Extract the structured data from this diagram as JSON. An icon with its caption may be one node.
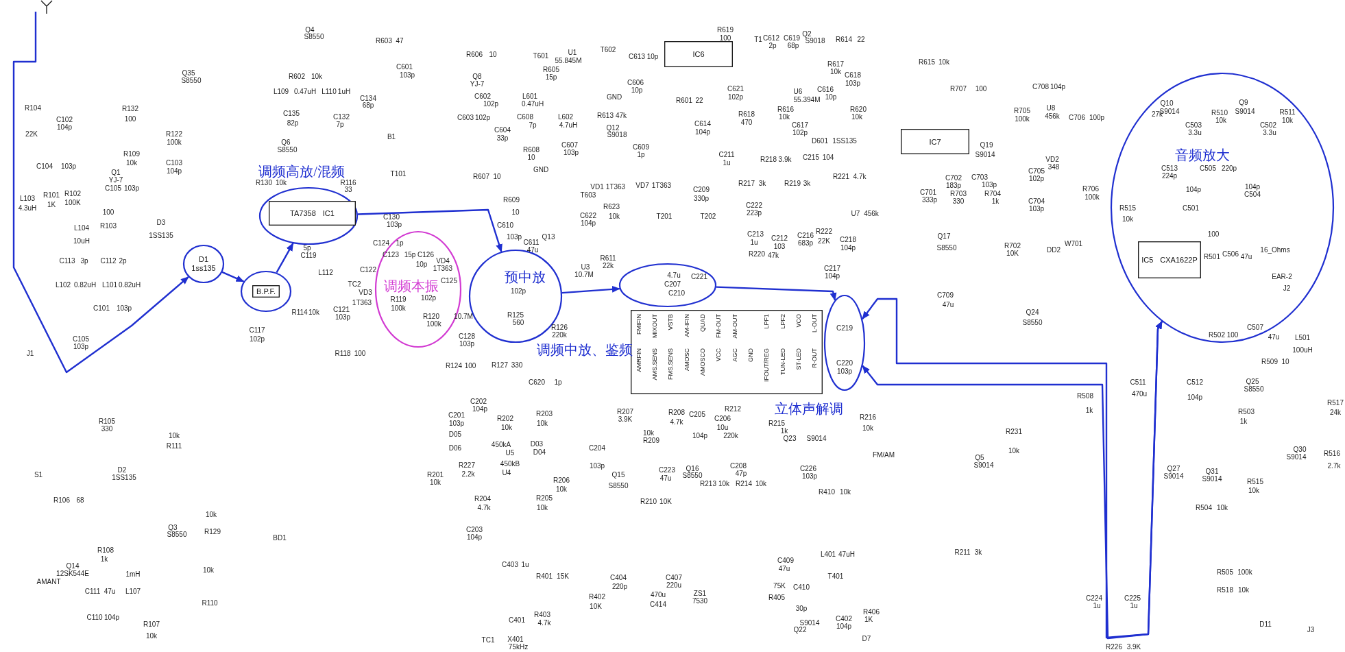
{
  "diagram": {
    "nodes": [
      {
        "text": [
          "D1",
          "1ss135"
        ]
      },
      {
        "text": [],
        "shape": "circle"
      },
      {
        "text": [
          "B.P.F."
        ],
        "in": 1
      },
      {
        "text": [
          "调频高放/混频"
        ]
      },
      {
        "text": [
          "TA7358",
          "IC1"
        ],
        "in": 3
      },
      {
        "text": [
          "调频本振"
        ]
      },
      {
        "text": [
          "预中放"
        ]
      },
      {
        "text": [
          "调频中放、鉴频"
        ]
      },
      {
        "text": [
          "立体声解调"
        ]
      },
      {
        "text": [
          "音频放大"
        ]
      },
      {
        "text": [
          "IC5",
          "CXA1622P"
        ],
        "in": 9
      },
      {
        "text": [
          "IC6"
        ]
      },
      {
        "text": [
          "IC7"
        ]
      },
      {
        "text": [
          "FMIFIN",
          "MIXOUT",
          "VSTB",
          "AM-IFIN",
          "QUAD",
          "FM-OUT",
          "AM-OUT",
          "LPF1",
          "LPF2",
          "VCO",
          "L-OUT",
          "AMRFIN",
          "AMS.SENS",
          "FMS.SENS",
          "AMOSC",
          "AMOSCO",
          "VCC",
          "AGC",
          "GND",
          "IFOUT/REG",
          "TUN-LED",
          "ST-LED",
          "R-OUT"
        ]
      }
    ],
    "edges": [
      {
        "from": null,
        "to": 0,
        "arrow": "to"
      },
      {
        "from": 0,
        "to": 1,
        "arrow": "to"
      },
      {
        "from": 1,
        "to": 3,
        "arrow": "to"
      },
      {
        "from": 3,
        "to": 6,
        "arrow": "to"
      },
      {
        "from": 6,
        "to": 7,
        "arrow": "to"
      },
      {
        "from": 7,
        "to": 8,
        "arrow": "to"
      },
      {
        "from": 8,
        "to": 9,
        "arrow": "both"
      },
      {
        "from": 8,
        "to": 9,
        "arrow": "both"
      }
    ],
    "labels": [
      "Q4",
      "S8550",
      "R619",
      "100",
      "Q2",
      "S9018",
      "T1",
      "C612",
      "C619",
      "2p",
      "68p",
      "R614",
      "22",
      "R603",
      "47",
      "T602",
      "U1",
      "R606",
      "10",
      "T601",
      "C613",
      "10p",
      "55.845M",
      "R615",
      "10k",
      "R617",
      "10k",
      "C601",
      "103p",
      "R605",
      "15p",
      "Q35",
      "S8550",
      "R602",
      "10k",
      "Q8",
      "YJ-7",
      "C606",
      "10p",
      "C618",
      "103p",
      "R707",
      "100",
      "C708",
      "104p",
      "L109",
      "0.47uH",
      "L110",
      "1uH",
      "C621",
      "102p",
      "U6",
      "55.394M",
      "C616",
      "10p",
      "GND",
      "C602",
      "102p",
      "L601",
      "0.47uH",
      "C134",
      "68p",
      "R601",
      "22",
      "Q10",
      "S9014",
      "Q9",
      "S9014",
      "U8",
      "456k",
      "R705",
      "100k",
      "C706",
      "100p",
      "R510",
      "10k",
      "R511",
      "10k",
      "27k",
      "R616",
      "10k",
      "R620",
      "10k",
      "C135",
      "82p",
      "R132",
      "100",
      "R104",
      "22K",
      "C102",
      "104p",
      "C608",
      "7p",
      "L602",
      "4.7uH",
      "C603",
      "102p",
      "R613",
      "47k",
      "R618",
      "470",
      "C132",
      "7p",
      "C614",
      "104p",
      "C617",
      "102p",
      "C503",
      "3.3u",
      "C502",
      "3.3u",
      "Q12",
      "S9018",
      "C604",
      "33p",
      "R122",
      "100k",
      "B1",
      "D601",
      "1SS135",
      "Q6",
      "S8550",
      "Q19",
      "S9014",
      "C607",
      "103p",
      "C609",
      "1p",
      "R608",
      "10",
      "R109",
      "10k",
      "C211",
      "1u",
      "R218",
      "3.9k",
      "C215",
      "104",
      "VD2",
      "348",
      "C103",
      "104p",
      "C104",
      "103p",
      "GND",
      "C505",
      "220p",
      "C513",
      "224p",
      "Q1",
      "YJ-7",
      "T101",
      "R607",
      "10",
      "R221",
      "4.7k",
      "C702",
      "183p",
      "C703",
      "103p",
      "C705",
      "102p",
      "R130",
      "10k",
      "R116",
      "33",
      "R217",
      "3k",
      "R219",
      "3k",
      "VD1",
      "1T363",
      "VD7",
      "1T363",
      "104p",
      "C504",
      "104p",
      "C501",
      "C105",
      "103p",
      "R706",
      "100k",
      "C209",
      "330p",
      "T603",
      "C701",
      "333p",
      "R703",
      "330",
      "R704",
      "1k",
      "R101",
      "1K",
      "R102",
      "100K",
      "L103",
      "4.3uH",
      "R609",
      "10",
      "C704",
      "103p",
      "C222",
      "223p",
      "R623",
      "10k",
      "R515",
      "10k",
      "U7",
      "456k",
      "T201",
      "T202",
      "C622",
      "104p",
      "C130",
      "103p",
      "100",
      "R103",
      "D3",
      "1SS135",
      "L104",
      "10uH",
      "C610",
      "103p",
      "100",
      "C213",
      "1u",
      "C216",
      "683p",
      "R222",
      "22K",
      "Q17",
      "S8550",
      "Q13",
      "C212",
      "103",
      "C218",
      "104p",
      "C611",
      "47u",
      "W701",
      "R702",
      "10K",
      "DD2",
      "16_Ohms",
      "C506",
      "47u",
      "R501",
      "R220",
      "47k",
      "C119",
      "5p",
      "C124",
      "1p",
      "C123",
      "15p",
      "C126",
      "VD4",
      "1T363",
      "10p",
      "R611",
      "22k",
      "C113",
      "3p",
      "C112",
      "2p",
      "L112",
      "U3",
      "10.7M",
      "C217",
      "104p",
      "C122",
      "EAR-2",
      "C221",
      "4.7u",
      "C207",
      "C210",
      "C125",
      "TC2",
      "L102",
      "0.82uH",
      "L101",
      "0.82uH",
      "J2",
      "VD3",
      "102p",
      "102p",
      "R119",
      "1T363",
      "C709",
      "47u",
      "C101",
      "103p",
      "100k",
      "C121",
      "R114",
      "10k",
      "Q24",
      "R125",
      "10.7M",
      "103p",
      "R120",
      "C219",
      "560",
      "100k",
      "S8550",
      "C507",
      "R126",
      "C117",
      "47u",
      "R502",
      "100",
      "C128",
      "103p",
      "220k",
      "L501",
      "102p",
      "C105",
      "103p",
      "100uH",
      "R118",
      "100",
      "J1",
      "R509",
      "10",
      "C220",
      "103p",
      "R124",
      "100",
      "R127",
      "330",
      "Q25",
      "S8550",
      "C511",
      "470u",
      "C512",
      "104p",
      "C620",
      "1p",
      "R508",
      "1k",
      "C202",
      "104p",
      "R517",
      "24k",
      "R207",
      "3.9K",
      "R208",
      "4.7k",
      "R212",
      "C205",
      "C206",
      "10u",
      "R203",
      "10k",
      "C201",
      "103p",
      "R202",
      "10k",
      "R216",
      "10k",
      "R215",
      "1k",
      "R503",
      "1k",
      "R105",
      "330",
      "R231",
      "10k",
      "10k",
      "R209",
      "104p",
      "220k",
      "R111",
      "10k",
      "Q23",
      "S9014",
      "D05",
      "D06",
      "D03",
      "D04",
      "450kA",
      "U5",
      "C204",
      "103p",
      "R516",
      "2.7k",
      "FM/AM",
      "Q30",
      "S9014",
      "Q5",
      "S9014",
      "450kB",
      "U4",
      "R227",
      "2.2k",
      "C208",
      "47p",
      "C223",
      "47u",
      "Q15",
      "S8550",
      "Q16",
      "S8550",
      "Q27",
      "S9014",
      "Q31",
      "S9014",
      "C226",
      "103p",
      "D2",
      "1SS135",
      "R201",
      "10k",
      "S1",
      "R206",
      "10k",
      "R515",
      "10k",
      "R213",
      "10k",
      "R214",
      "10k",
      "R410",
      "10k",
      "R204",
      "4.7k",
      "R205",
      "10k",
      "R106",
      "68",
      "R210",
      "10K",
      "R504",
      "10k",
      "10k",
      "R129",
      "Q3",
      "S8550",
      "C203",
      "104p",
      "BD1",
      "R108",
      "1k",
      "R211",
      "3k",
      "L401",
      "47uH",
      "C409",
      "47u",
      "C403",
      "1u",
      "Q14",
      "12SK544E",
      "10k",
      "R110",
      "1mH",
      "L107",
      "R505",
      "100k",
      "R401",
      "15K",
      "T401",
      "C404",
      "220p",
      "C407",
      "220u",
      "AMANT",
      "75K",
      "R405",
      "C410",
      "30p",
      "C111",
      "47u",
      "R518",
      "10k",
      "470u",
      "ZS1",
      "7530",
      "R402",
      "10K",
      "C414",
      "C224",
      "1u",
      "C225",
      "1u",
      "R406",
      "1K",
      "R403",
      "4.7k",
      "C110",
      "104p",
      "C402",
      "104p",
      "C401",
      "S9014",
      "Q22",
      "D11",
      "J3",
      "R107",
      "10k",
      "R226",
      "3.9K",
      "D7",
      "TC1",
      "X401",
      "75kHz"
    ]
  }
}
